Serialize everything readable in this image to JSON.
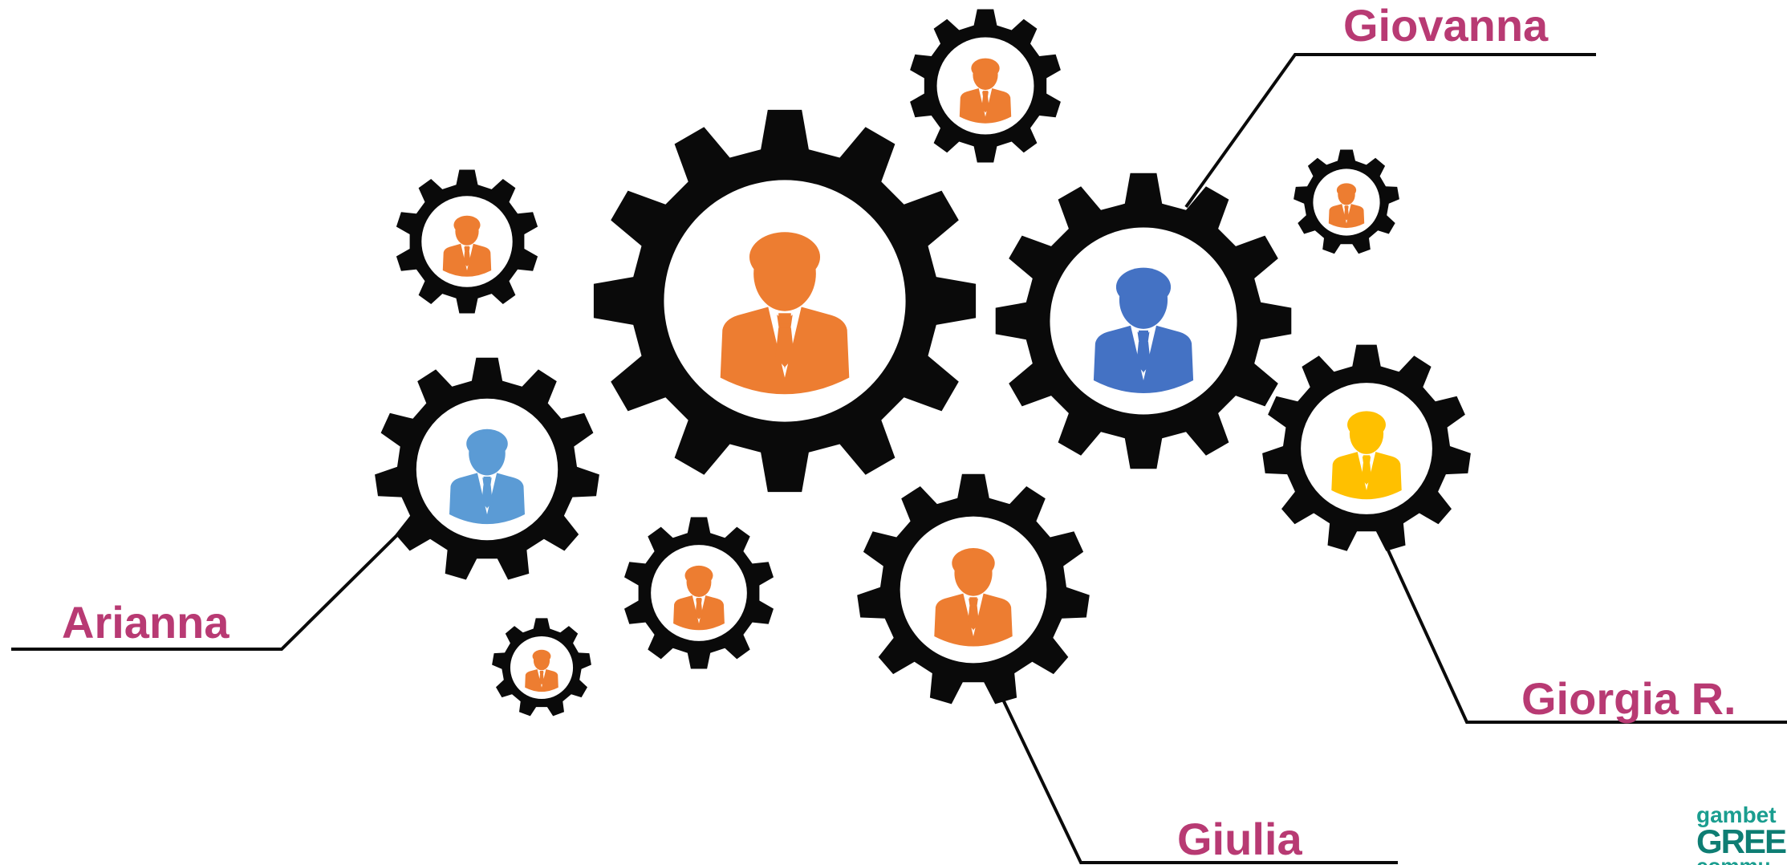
{
  "colors": {
    "gear": "#0a0a0a",
    "label": "#b83a73",
    "orange": "#ed7d31",
    "light_blue": "#5b9bd5",
    "blue": "#4472c4",
    "yellow": "#ffc000",
    "logo_green": "#1a9d8f",
    "logo_teal": "#0e7d73"
  },
  "gears": [
    {
      "id": "gear-main",
      "color": "orange",
      "icon": "person-icon"
    },
    {
      "id": "gear-top",
      "color": "orange",
      "icon": "person-icon"
    },
    {
      "id": "gear-upper-left",
      "color": "orange",
      "icon": "person-icon"
    },
    {
      "id": "gear-arianna",
      "color": "light_blue",
      "icon": "person-icon"
    },
    {
      "id": "gear-giovanna",
      "color": "blue",
      "icon": "person-icon"
    },
    {
      "id": "gear-small-right",
      "color": "orange",
      "icon": "person-icon"
    },
    {
      "id": "gear-giorgia",
      "color": "yellow",
      "icon": "person-icon"
    },
    {
      "id": "gear-giulia",
      "color": "orange",
      "icon": "person-icon"
    },
    {
      "id": "gear-mid-bottom",
      "color": "orange",
      "icon": "person-icon"
    },
    {
      "id": "gear-small-bottom",
      "color": "orange",
      "icon": "person-icon"
    }
  ],
  "labels": {
    "giovanna": "Giovanna",
    "arianna": "Arianna",
    "giorgia": "Giorgia R.",
    "giulia": "Giulia"
  },
  "logo": {
    "line1": "gambet",
    "line2": "GREE",
    "line3": "commu"
  }
}
